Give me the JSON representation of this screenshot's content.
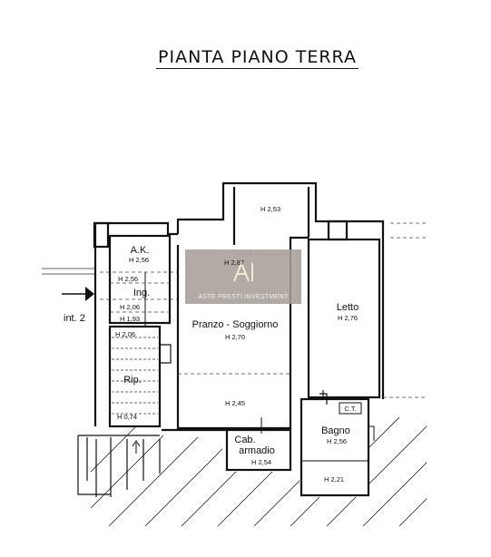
{
  "title": "PIANTA PIANO TERRA",
  "watermark": {
    "text": "ASTE PRESTI INVESTMENT"
  },
  "rooms": {
    "ak": {
      "name": "A.K.",
      "height": "H 2,56"
    },
    "ing": {
      "name": "Ing.",
      "height_top": "H 2,56",
      "height_mid": "H 2,06",
      "height_bot": "H 1,93"
    },
    "rip": {
      "name": "Rip.",
      "height_top": "H 2,06",
      "height_bot": "H 0,74"
    },
    "upper": {
      "height": "H 2,53"
    },
    "pranzo_top": {
      "height": "H 2,87"
    },
    "pranzo": {
      "name": "Pranzo - Soggiorno",
      "height": "H 2,70"
    },
    "pranzo_low": {
      "height": "H 2,45"
    },
    "cab": {
      "name_line1": "Cab.",
      "name_line2": "armadio",
      "height": "H 2,54"
    },
    "letto": {
      "name": "Letto",
      "height": "H 2,76"
    },
    "ct": {
      "name": "C.T."
    },
    "bagno": {
      "name": "Bagno",
      "height": "H 2,56",
      "height_low": "H 2,21"
    }
  },
  "labels": {
    "int": "int. 2"
  },
  "colors": {
    "wall": "#111111",
    "dashed": "#444444",
    "watermark_bg": "#a79f98"
  }
}
